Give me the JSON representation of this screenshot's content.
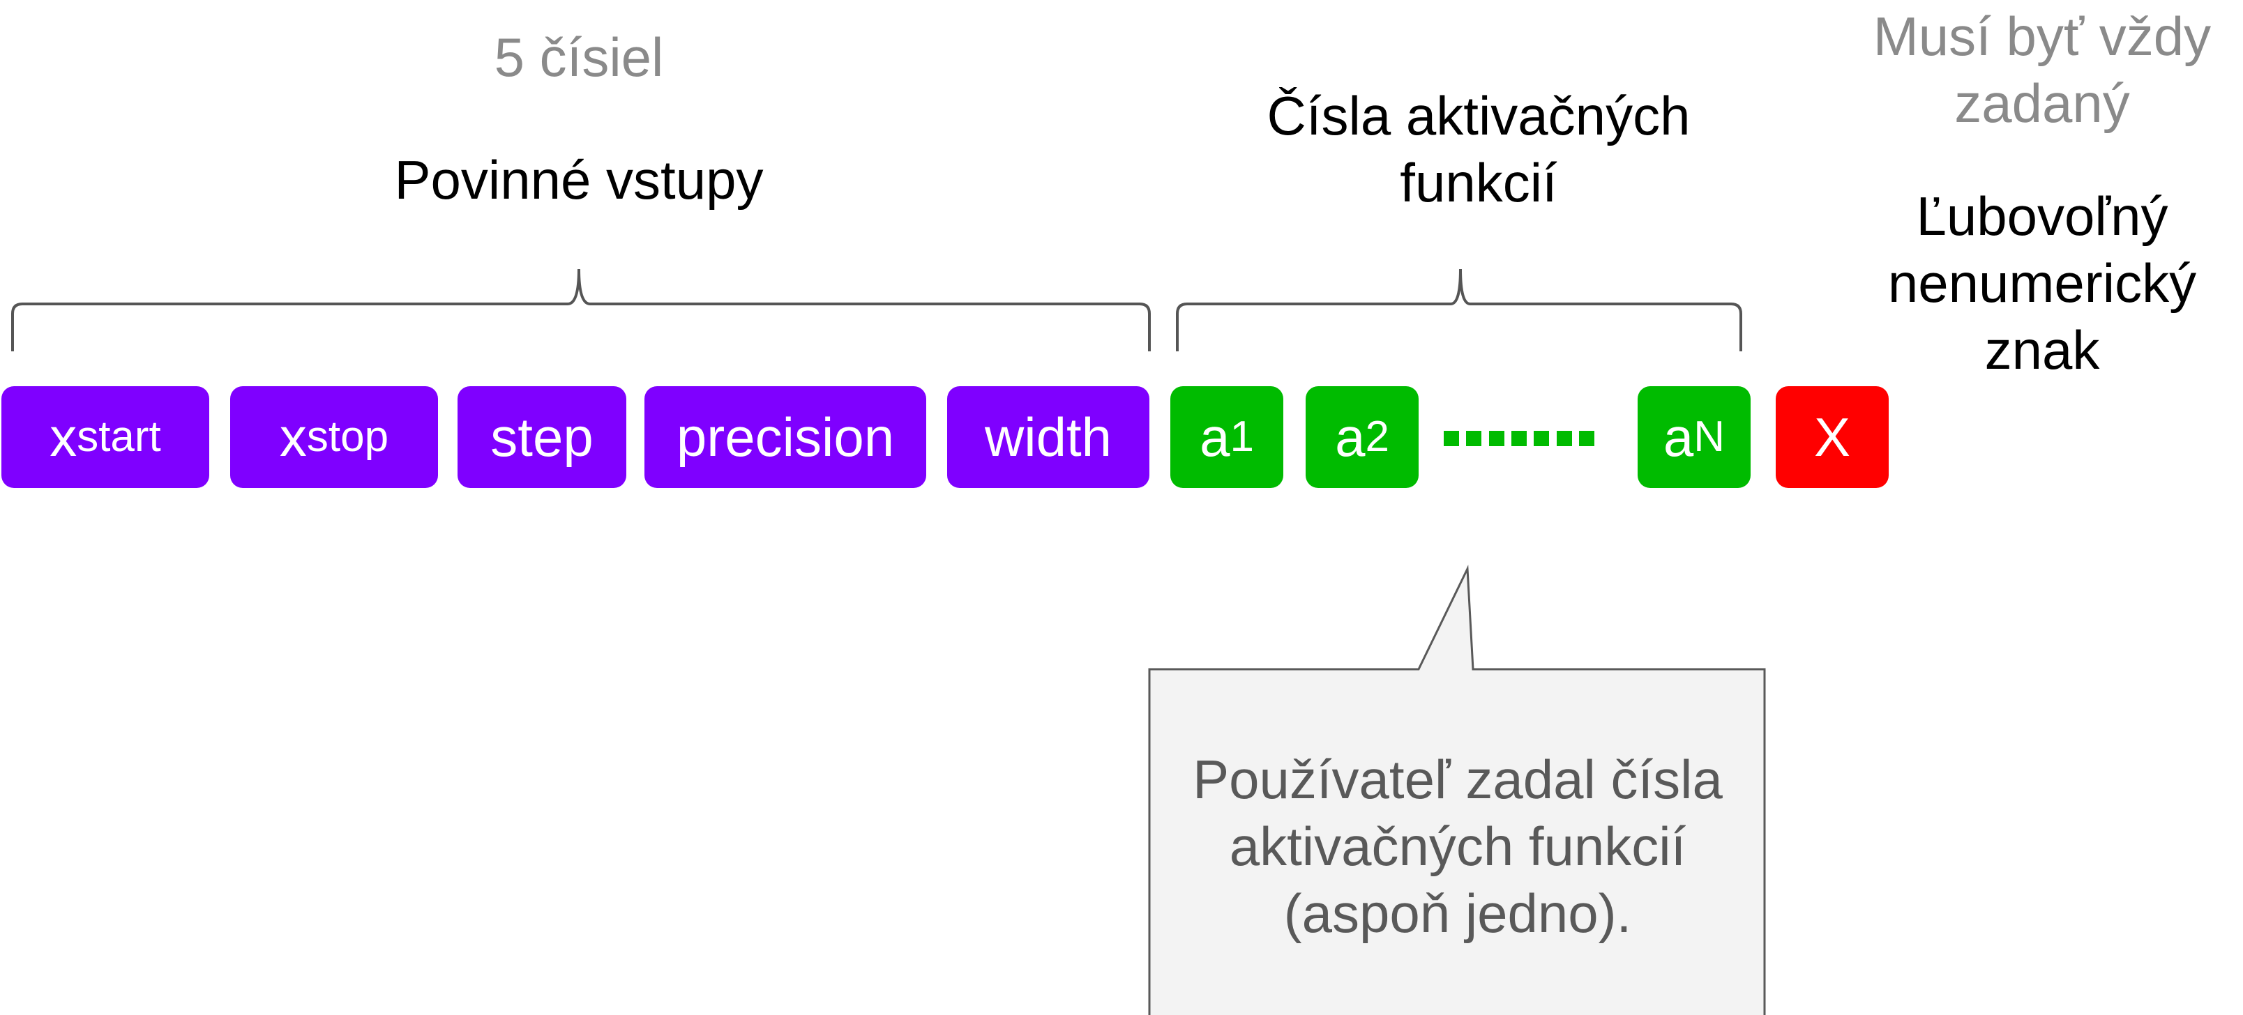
{
  "labels": {
    "count": "5 čísiel",
    "required": "Povinné vstupy",
    "activation_l1": "Čísla aktivačných",
    "activation_l2": "funkcií",
    "always_l1": "Musí byť vždy",
    "always_l2": "zadaný",
    "any_l1": "Ľubovoľný",
    "any_l2": "nenumerický",
    "any_l3": "znak"
  },
  "inputs": {
    "xstart": {
      "base": "x",
      "sub": "start"
    },
    "xstop": {
      "base": "x",
      "sub": "stop"
    },
    "step": "step",
    "precision": "precision",
    "width": "width"
  },
  "activations": {
    "a1": {
      "base": "a",
      "sub": "1"
    },
    "a2": {
      "base": "a",
      "sub": "2"
    },
    "aN": {
      "base": "a",
      "sub": "N"
    }
  },
  "terminator": "X",
  "callout": {
    "line1": "Používateľ zadal čísla",
    "line2": "aktivačných funkcií",
    "line3": "(aspoň jedno)."
  },
  "colors": {
    "required_inputs": "#7f00ff",
    "activation_inputs": "#00bb00",
    "terminator": "#ff0000",
    "callout_fill": "#f3f3f3",
    "callout_border": "#595959"
  }
}
